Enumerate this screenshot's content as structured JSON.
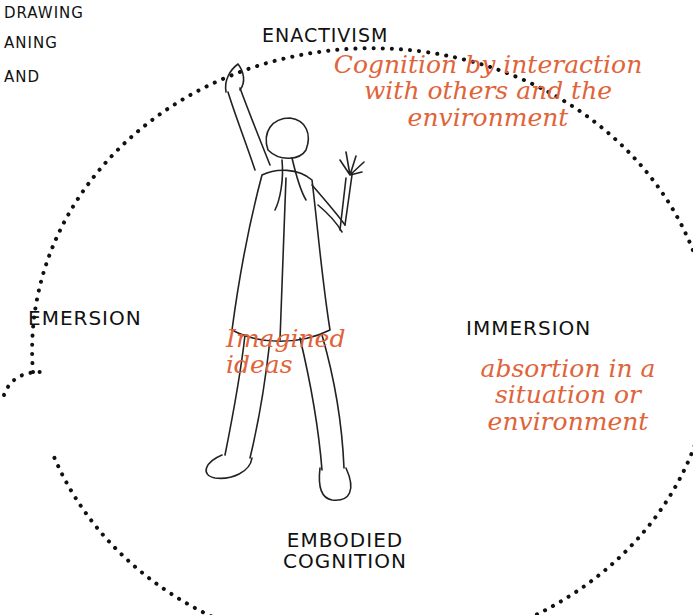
{
  "diagram": {
    "labels": [
      "DRAWING",
      "ANING",
      "AND",
      "ENACTIVISM",
      "Cognition by interaction with others and the environment",
      "EMERSION",
      "Imagined ideas",
      "IMMERSION",
      "absortion in a situation or environment",
      "EMBODIED COGNITION"
    ]
  }
}
